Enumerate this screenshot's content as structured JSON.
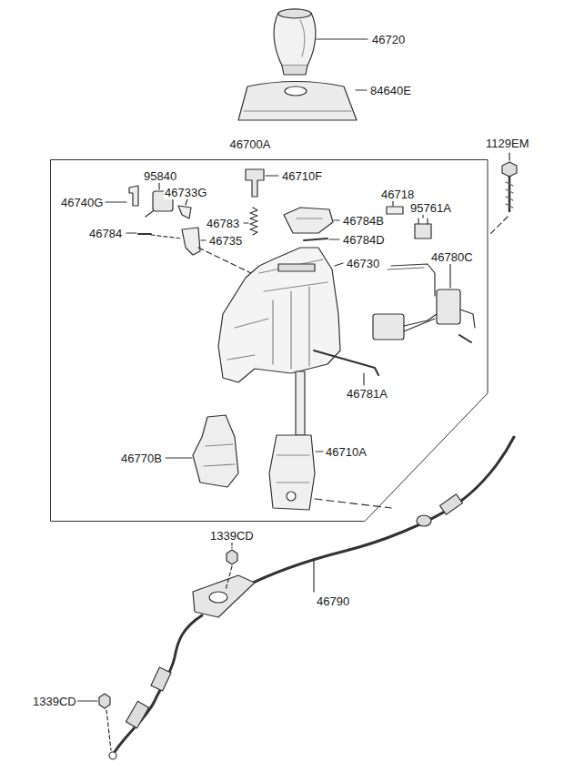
{
  "diagram": {
    "nodes": [
      {
        "text": [
          "46700A"
        ]
      }
    ],
    "labels": [
      "46720",
      "84640E",
      "1129EM",
      "95840",
      "46710F",
      "46740G",
      "46733G",
      "46718",
      "95761A",
      "46784B",
      "46783",
      "46784",
      "46784D",
      "46735",
      "46730",
      "46780C",
      "46781A",
      "46770B",
      "46710A",
      "1339CD",
      "46790",
      "1339CD"
    ]
  }
}
